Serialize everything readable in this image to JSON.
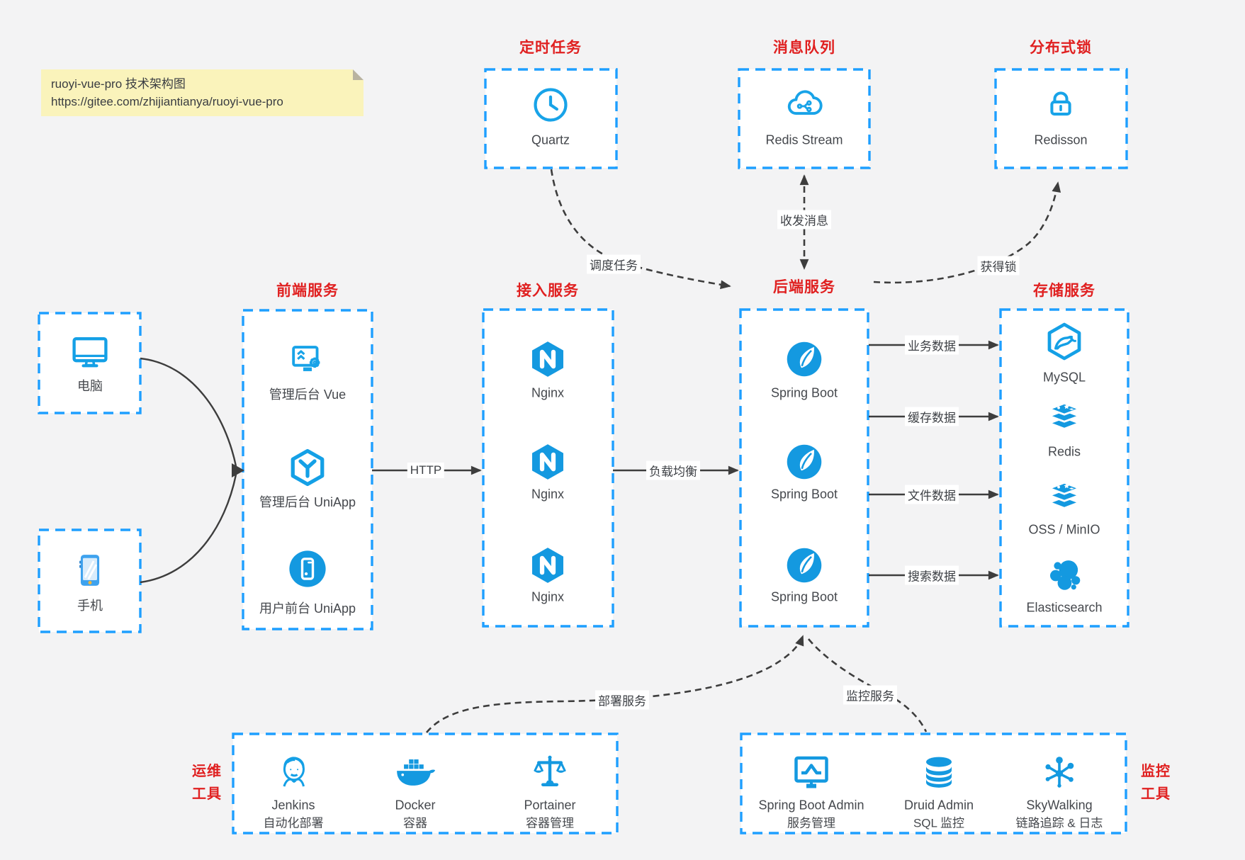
{
  "note": {
    "line1": "ruoyi-vue-pro 技术架构图",
    "line2": "https://gitee.com/zhijiantianya/ruoyi-vue-pro"
  },
  "colors": {
    "accent_blue": "#1e9fff",
    "icon_blue": "#1499e0",
    "title_red": "#e02020",
    "line_dark": "#3d3d3d",
    "note_bg": "#faf3bb",
    "canvas_bg": "#f3f3f4"
  },
  "panels": {
    "scheduler": {
      "title": "定时任务",
      "items": [
        {
          "icon": "clock-icon",
          "label": "Quartz"
        }
      ]
    },
    "mq": {
      "title": "消息队列",
      "items": [
        {
          "icon": "redis-stream-cloud-icon",
          "label": "Redis Stream"
        }
      ]
    },
    "lock": {
      "title": "分布式锁",
      "items": [
        {
          "icon": "padlock-icon",
          "label": "Redisson"
        }
      ]
    },
    "devices": {
      "items": [
        {
          "icon": "desktop-icon",
          "label": "电脑"
        },
        {
          "icon": "smartphone-icon",
          "label": "手机"
        }
      ]
    },
    "frontend": {
      "title": "前端服务",
      "items": [
        {
          "icon": "admin-vue-icon",
          "label": "管理后台 Vue"
        },
        {
          "icon": "uniapp-icon",
          "label": "管理后台 UniApp"
        },
        {
          "icon": "mobile-app-icon",
          "label": "用户前台 UniApp"
        }
      ]
    },
    "gateway": {
      "title": "接入服务",
      "items": [
        {
          "icon": "nginx-icon",
          "label": "Nginx"
        },
        {
          "icon": "nginx-icon",
          "label": "Nginx"
        },
        {
          "icon": "nginx-icon",
          "label": "Nginx"
        }
      ]
    },
    "backend": {
      "title": "后端服务",
      "items": [
        {
          "icon": "spring-boot-icon",
          "label": "Spring Boot"
        },
        {
          "icon": "spring-boot-icon",
          "label": "Spring Boot"
        },
        {
          "icon": "spring-boot-icon",
          "label": "Spring Boot"
        }
      ]
    },
    "storage": {
      "title": "存储服务",
      "items": [
        {
          "icon": "mysql-icon",
          "label": "MySQL"
        },
        {
          "icon": "redis-icon",
          "label": "Redis"
        },
        {
          "icon": "oss-icon",
          "label": "OSS / MinIO"
        },
        {
          "icon": "elasticsearch-icon",
          "label": "Elasticsearch"
        }
      ]
    },
    "ops": {
      "title_lines": [
        "运维",
        "工具"
      ],
      "items": [
        {
          "icon": "jenkins-icon",
          "name": "Jenkins",
          "desc": "自动化部署"
        },
        {
          "icon": "docker-icon",
          "name": "Docker",
          "desc": "容器"
        },
        {
          "icon": "portainer-icon",
          "name": "Portainer",
          "desc": "容器管理"
        }
      ]
    },
    "monitoring": {
      "title_lines": [
        "监控",
        "工具"
      ],
      "items": [
        {
          "icon": "spring-boot-admin-icon",
          "name": "Spring Boot Admin",
          "desc": "服务管理"
        },
        {
          "icon": "druid-icon",
          "name": "Druid Admin",
          "desc": "SQL 监控"
        },
        {
          "icon": "skywalking-icon",
          "name": "SkyWalking",
          "desc": "链路追踪 & 日志"
        }
      ]
    }
  },
  "edges": {
    "http": "HTTP",
    "load_balance": "负载均衡",
    "schedule_job": "调度任务",
    "send_receive_msg": "收发消息",
    "acquire_lock": "获得锁",
    "business_data": "业务数据",
    "cache_data": "缓存数据",
    "file_data": "文件数据",
    "search_data": "搜索数据",
    "deploy_service": "部署服务",
    "monitor_service": "监控服务"
  }
}
